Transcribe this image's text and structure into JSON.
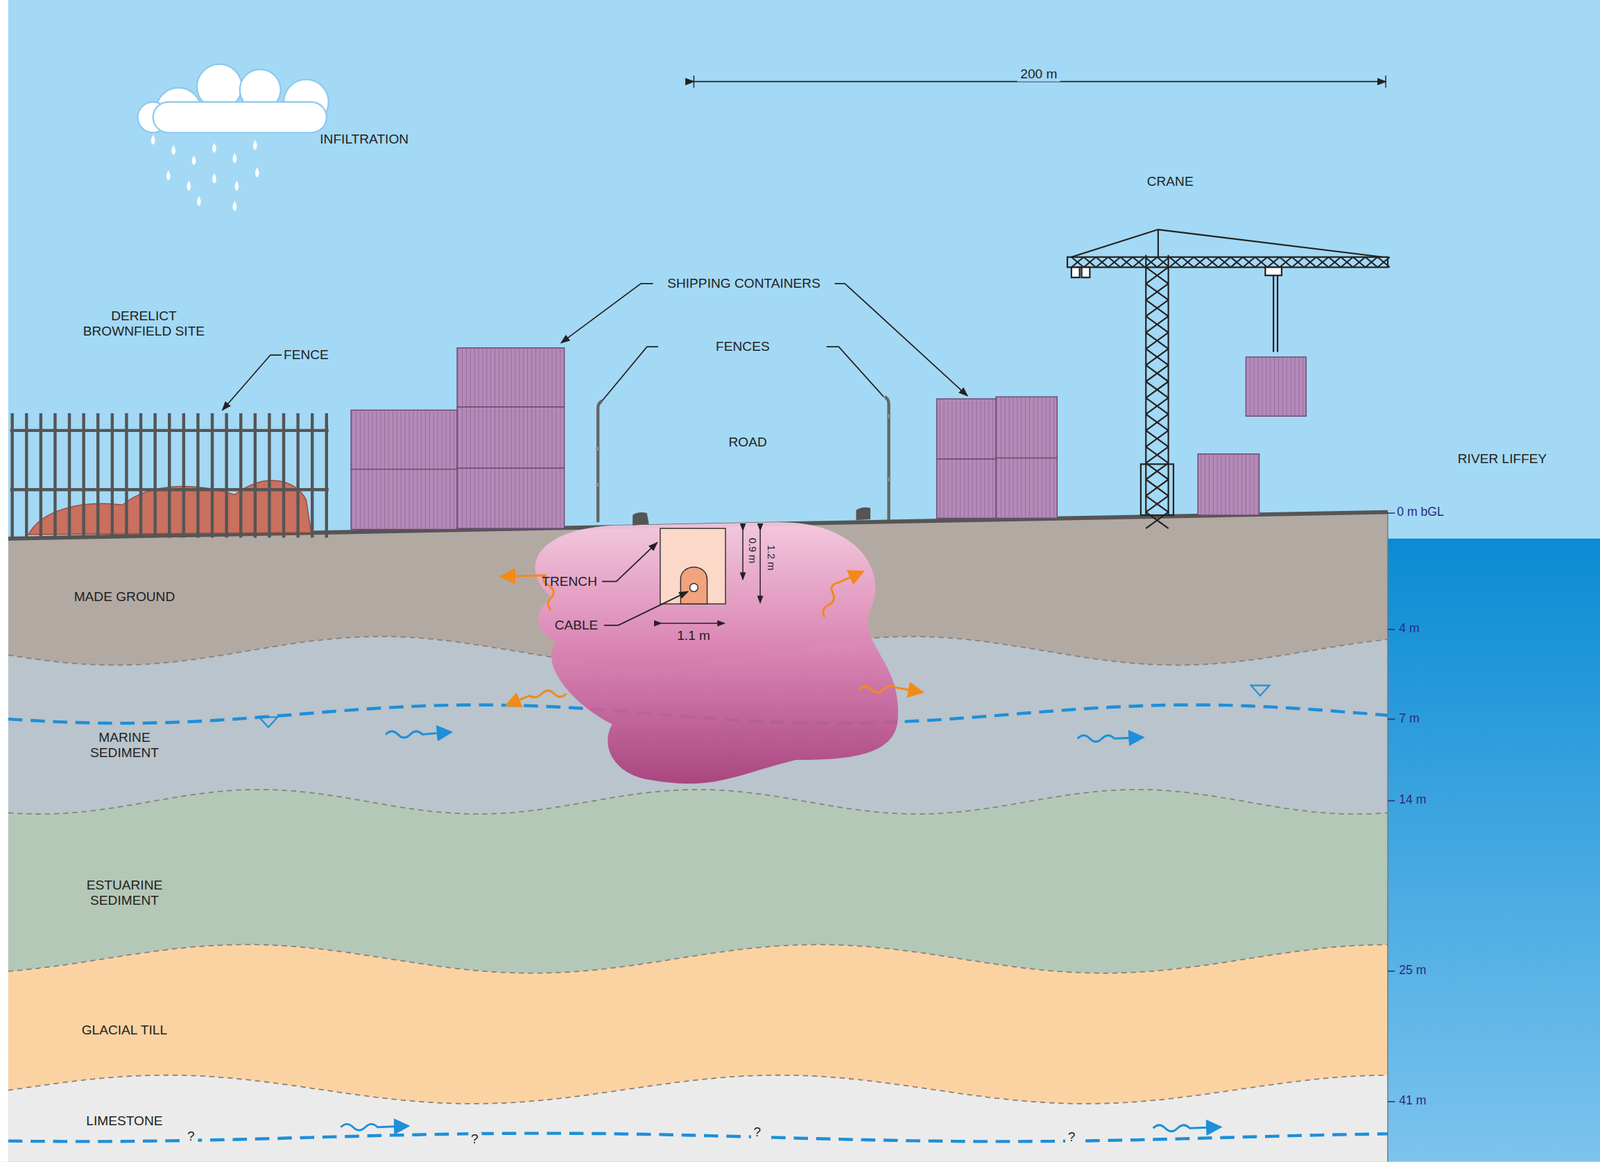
{
  "diagram": {
    "nodes": [
      {
        "text": [
          "MADE GROUND"
        ]
      },
      {
        "text": [
          "MARINE SEDIMENT"
        ]
      },
      {
        "text": [
          "ESTUARINE SEDIMENT"
        ]
      },
      {
        "text": [
          "GLACIAL TILL"
        ]
      },
      {
        "text": [
          "LIMESTONE"
        ]
      }
    ],
    "labels": [
      "INFILTRATION",
      "DERELICT BROWNFIELD SITE",
      "FENCE",
      "SHIPPING CONTAINERS",
      "FENCES",
      "ROAD",
      "CRANE",
      "RIVER LIFFEY",
      "200 m",
      "0 m bGL",
      "4 m",
      "7 m",
      "14 m",
      "25 m",
      "41 m",
      "TRENCH",
      "CABLE",
      "1.1 m",
      "0.9 m",
      "1.2 m",
      "?",
      "?",
      "?",
      "?"
    ]
  }
}
